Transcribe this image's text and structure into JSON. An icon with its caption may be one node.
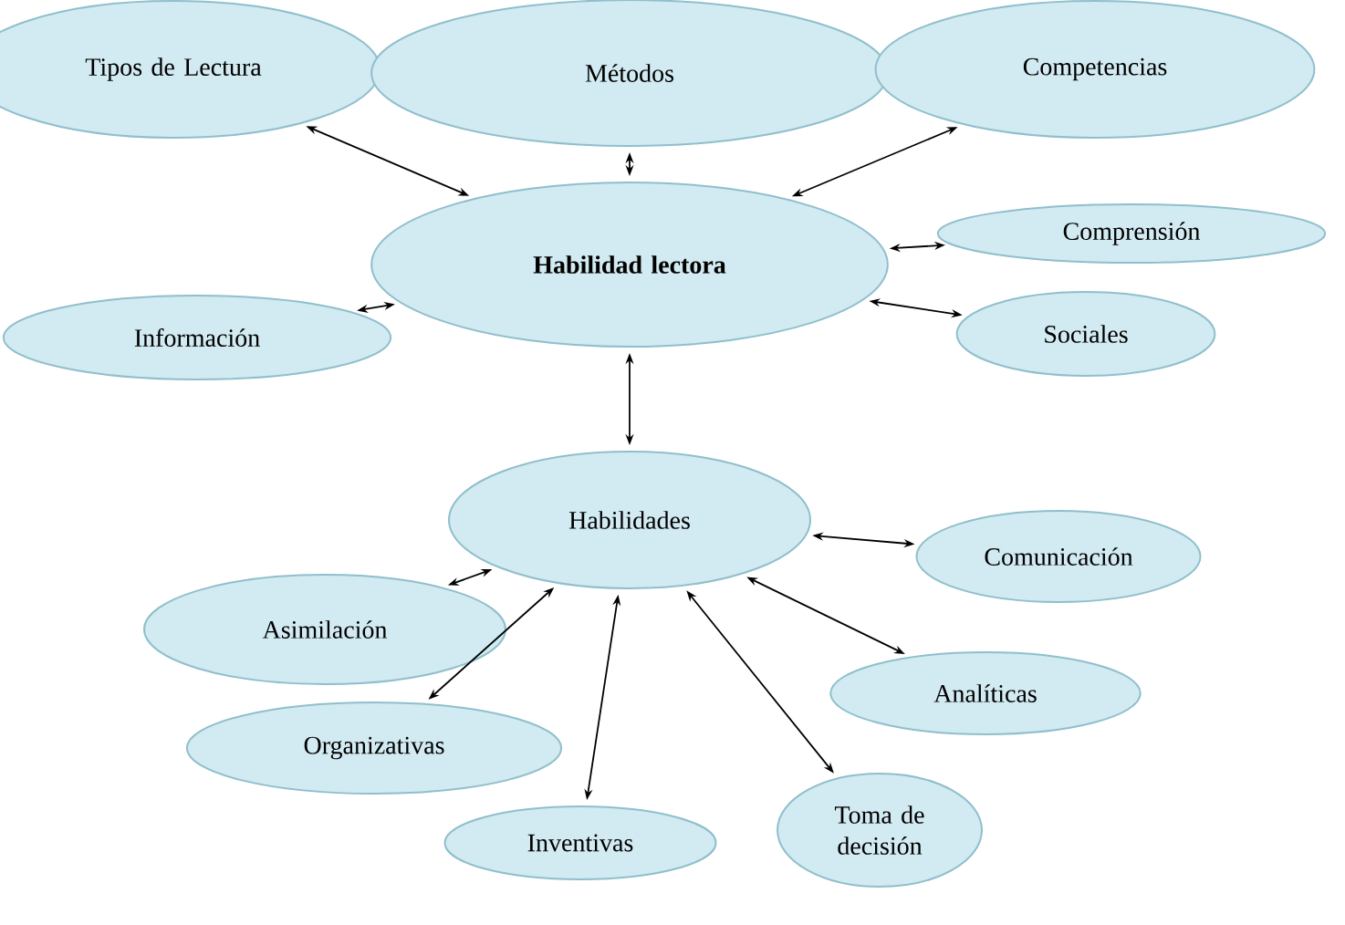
{
  "diagram": {
    "nodes": [
      {
        "text": [
          "**Habilidad lectora**"
        ]
      },
      {
        "text": [
          "Tipos de Lectura"
        ]
      },
      {
        "text": [
          "Métodos"
        ]
      },
      {
        "text": [
          "Competencias"
        ]
      },
      {
        "text": [
          "Comprensión"
        ]
      },
      {
        "text": [
          "Información"
        ]
      },
      {
        "text": [
          "Sociales"
        ]
      },
      {
        "text": [
          "Habilidades"
        ]
      },
      {
        "text": [
          "Comunicación"
        ]
      },
      {
        "text": [
          "Asimilación"
        ]
      },
      {
        "text": [
          "Analíticas"
        ]
      },
      {
        "text": [
          "Organizativas"
        ]
      },
      {
        "text": [
          "Inventivas"
        ]
      },
      {
        "text": [
          "Toma de decisión"
        ]
      }
    ],
    "edges": [
      {
        "from": 0,
        "to": 1,
        "arrow": "both"
      },
      {
        "from": 0,
        "to": 2,
        "arrow": "both"
      },
      {
        "from": 0,
        "to": 3,
        "arrow": "both"
      },
      {
        "from": 0,
        "to": 4,
        "arrow": "both"
      },
      {
        "from": 0,
        "to": 5,
        "arrow": "both"
      },
      {
        "from": 0,
        "to": 6,
        "arrow": "both"
      },
      {
        "from": 0,
        "to": 7,
        "arrow": "both"
      },
      {
        "from": 7,
        "to": 8,
        "arrow": "both"
      },
      {
        "from": 7,
        "to": 9,
        "arrow": "both"
      },
      {
        "from": 7,
        "to": 10,
        "arrow": "both"
      },
      {
        "from": 7,
        "to": 11,
        "arrow": "both"
      },
      {
        "from": 7,
        "to": 12,
        "arrow": "both"
      },
      {
        "from": 7,
        "to": 13,
        "arrow": "both"
      }
    ]
  }
}
